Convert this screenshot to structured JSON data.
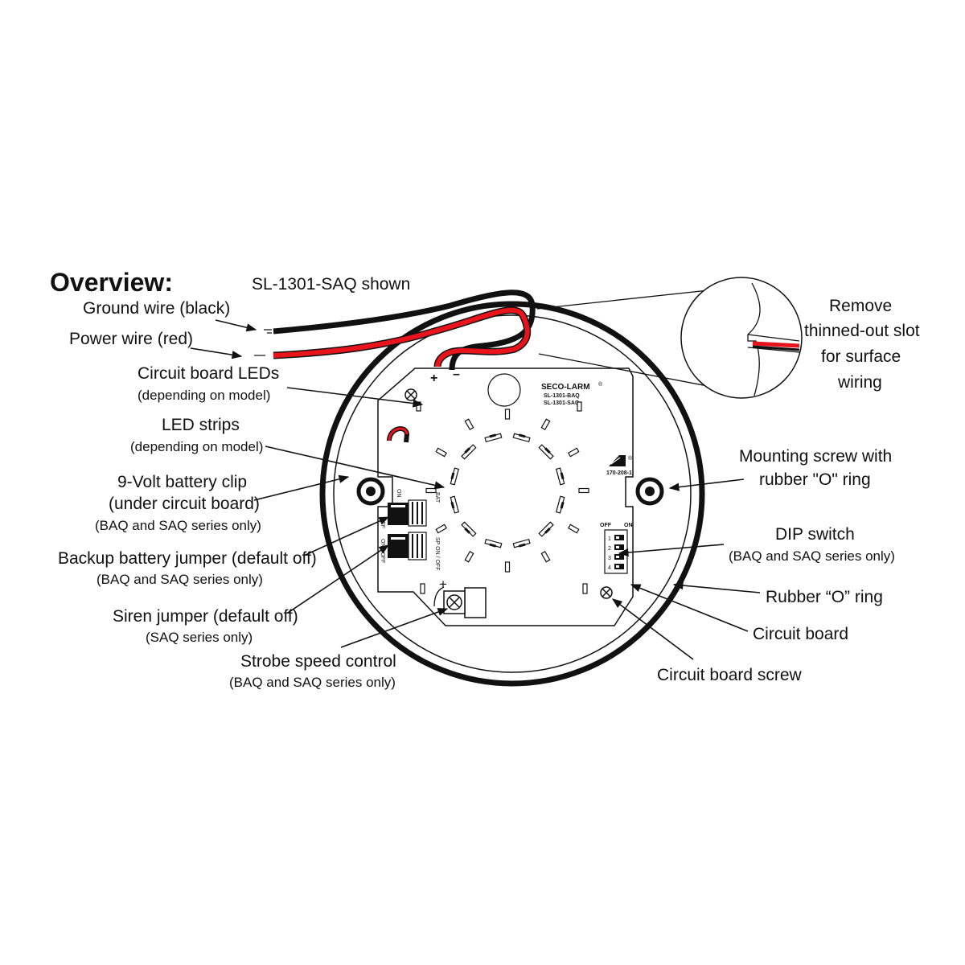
{
  "header": {
    "title": "Overview:",
    "model_shown": "SL-1301-SAQ shown"
  },
  "labels": {
    "ground_wire": "Ground wire (black)",
    "power_wire": "Power wire (red)",
    "circuit_leds": "Circuit board LEDs",
    "circuit_leds_sub": "(depending on model)",
    "led_strips": "LED strips",
    "led_strips_sub": "(depending on model)",
    "battery_clip_1": "9-Volt battery clip",
    "battery_clip_2": "(under circuit board)",
    "battery_clip_sub": "(BAQ and SAQ series only)",
    "backup_jumper": "Backup battery jumper (default off)",
    "backup_jumper_sub": "(BAQ and SAQ series only)",
    "siren_jumper": "Siren jumper (default off)",
    "siren_jumper_sub": "(SAQ series only)",
    "strobe_control": "Strobe speed control",
    "strobe_control_sub": "(BAQ and SAQ series only)",
    "remove_slot_1": "Remove",
    "remove_slot_2": "thinned-out slot",
    "remove_slot_3": "for surface",
    "remove_slot_4": "wiring",
    "mounting_screw_1": "Mounting screw with",
    "mounting_screw_2": "rubber \"O\" ring",
    "dip_switch": "DIP switch",
    "dip_switch_sub": "(BAQ and SAQ series only)",
    "rubber_ring": "Rubber “O” ring",
    "circuit_board": "Circuit board",
    "circuit_board_screw": "Circuit board screw"
  },
  "board": {
    "brand": "SECO-LARM",
    "registered": "®",
    "model_1": "SL-1301-BAQ",
    "model_2": "SL-1301-SAQ",
    "part_number": "170-208-1",
    "plus": "+",
    "minus": "–",
    "dip_off": "OFF",
    "dip_on": "ON",
    "dip_numbers": [
      "1",
      "2",
      "3",
      "4"
    ],
    "jumper_on": "ON",
    "jumper_off": "OFF",
    "bat": "BAT",
    "sp_on_off": "SP ON / OFF",
    "on_off": "ON / OFF",
    "strobe_plus": "+"
  },
  "colors": {
    "wire_red": "#e8131b",
    "wire_black": "#111111"
  }
}
